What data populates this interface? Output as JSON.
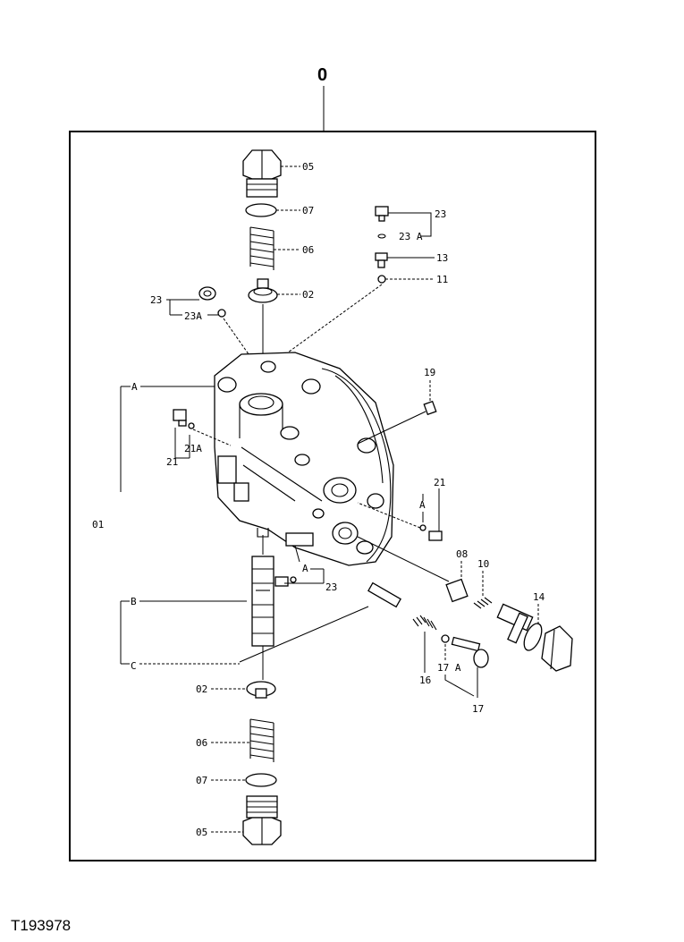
{
  "diagram": {
    "title": "0",
    "figure_id": "T193978",
    "labels": {
      "p05_top": "05",
      "p07_top": "07",
      "p06_top": "06",
      "p02_top": "02",
      "p23_tr": "23",
      "p23a_tr": "23 A",
      "p13": "13",
      "p11": "11",
      "p23_l": "23",
      "p23a_l": "23A",
      "pA_top": "A",
      "p19": "19",
      "p21a_l": "21A",
      "p21_l": "21",
      "p01": "01",
      "p21_r": "21",
      "pA_r": "A",
      "p08": "08",
      "p10": "10",
      "p14": "14",
      "pA_bot": "A",
      "p23_bot": "23",
      "pB": "B",
      "pC": "C",
      "p17a": "17 A",
      "p16": "16",
      "p17": "17",
      "p02_bot": "02",
      "p06_bot": "06",
      "p07_bot": "07",
      "p05_bot": "05"
    }
  }
}
